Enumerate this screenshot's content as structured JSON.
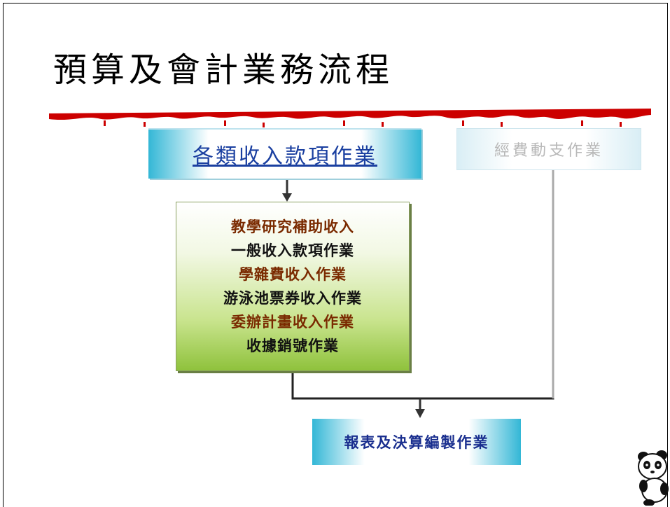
{
  "title": "預算及會計業務流程",
  "boxes": {
    "income": "各類收入款項作業",
    "expense": "經費動支作業",
    "report": "報表及決算編製作業"
  },
  "income_items": [
    {
      "label": "教學研究補助收入",
      "color": "brown"
    },
    {
      "label": "一般收入款項作業",
      "color": "black"
    },
    {
      "label": "學雜費收入作業",
      "color": "brown"
    },
    {
      "label": "游泳池票券收入作業",
      "color": "black"
    },
    {
      "label": "委辦計畫收入作業",
      "color": "brown"
    },
    {
      "label": "收據銷號作業",
      "color": "black"
    }
  ],
  "colors": {
    "banner": "#cc0000",
    "income_text": "#1a3fa0",
    "item_brown": "#7a2a00",
    "connector": "#222222",
    "expense_connector": "#aaaaaa"
  }
}
